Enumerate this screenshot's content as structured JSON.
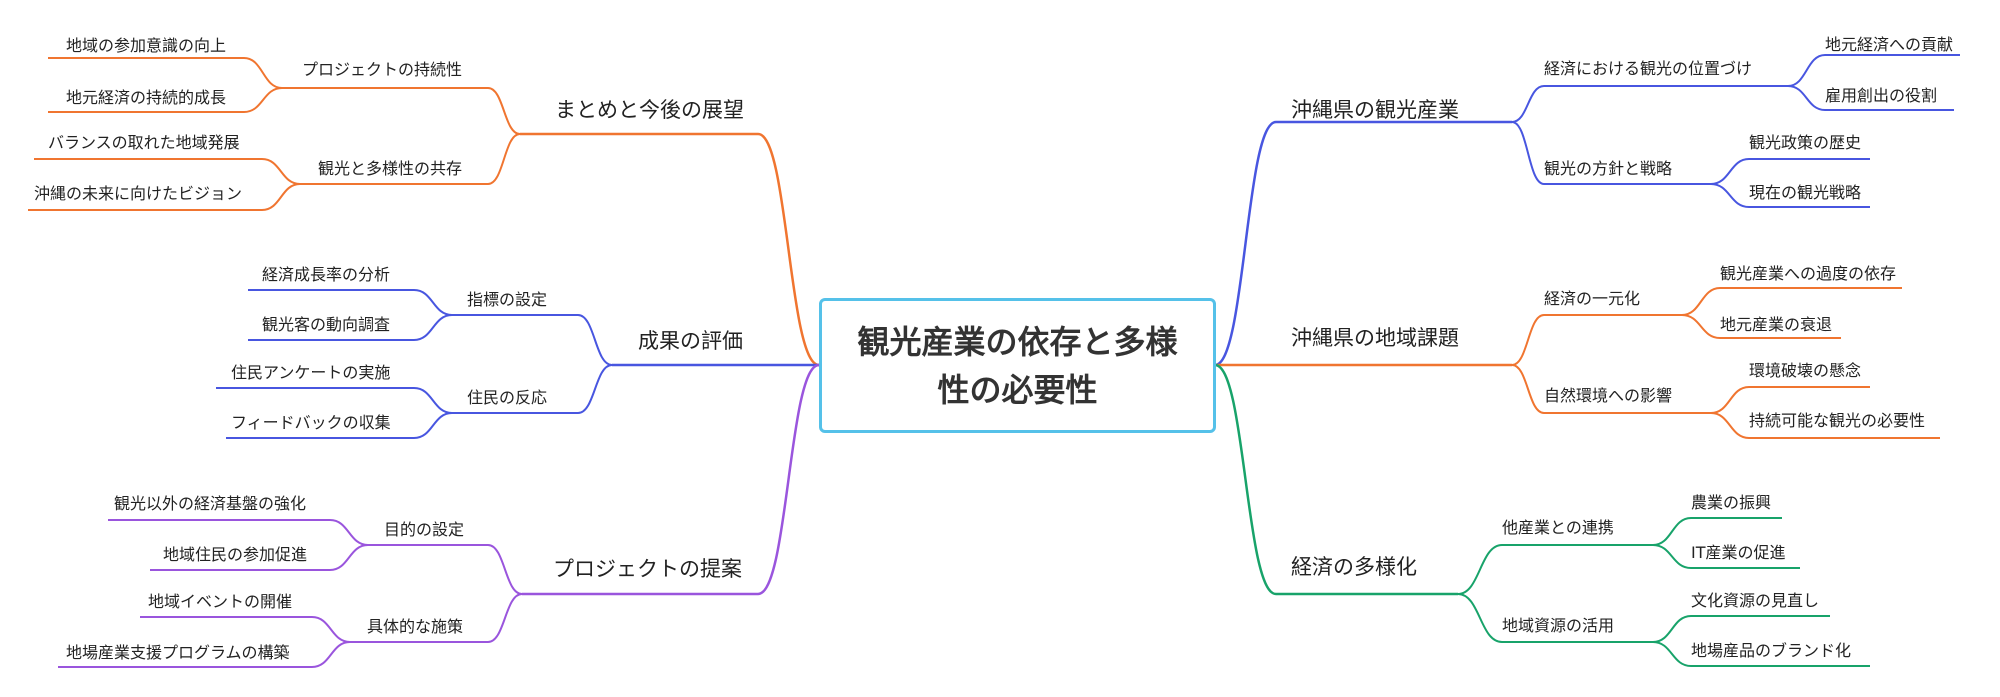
{
  "central": "観光産業の依存と多様性の必要性",
  "branches": {
    "okinawa_tourism": {
      "label": "沖縄県の観光産業",
      "color": "#4856e0",
      "children": [
        {
          "label": "経済における観光の位置づけ",
          "children": [
            "地元経済への貢献",
            "雇用創出の役割"
          ]
        },
        {
          "label": "観光の方針と戦略",
          "children": [
            "観光政策の歴史",
            "現在の観光戦略"
          ]
        }
      ]
    },
    "regional_issues": {
      "label": "沖縄県の地域課題",
      "color": "#f07530",
      "children": [
        {
          "label": "経済の一元化",
          "children": [
            "観光産業への過度の依存",
            "地元産業の衰退"
          ]
        },
        {
          "label": "自然環境への影響",
          "children": [
            "環境破壊の懸念",
            "持続可能な観光の必要性"
          ]
        }
      ]
    },
    "diversification": {
      "label": "経済の多様化",
      "color": "#18a36a",
      "children": [
        {
          "label": "他産業との連携",
          "children": [
            "農業の振興",
            "IT産業の促進"
          ]
        },
        {
          "label": "地域資源の活用",
          "children": [
            "文化資源の見直し",
            "地場産品のブランド化"
          ]
        }
      ]
    },
    "summary": {
      "label": "まとめと今後の展望",
      "color": "#f07530",
      "children": [
        {
          "label": "プロジェクトの持続性",
          "children": [
            "地域の参加意識の向上",
            "地元経済の持続的成長"
          ]
        },
        {
          "label": "観光と多様性の共存",
          "children": [
            "バランスの取れた地域発展",
            "沖縄の未来に向けたビジョン"
          ]
        }
      ]
    },
    "evaluation": {
      "label": "成果の評価",
      "color": "#4856e0",
      "children": [
        {
          "label": "指標の設定",
          "children": [
            "経済成長率の分析",
            "観光客の動向調査"
          ]
        },
        {
          "label": "住民の反応",
          "children": [
            "住民アンケートの実施",
            "フィードバックの収集"
          ]
        }
      ]
    },
    "proposal": {
      "label": "プロジェクトの提案",
      "color": "#9a55dd",
      "children": [
        {
          "label": "目的の設定",
          "children": [
            "観光以外の経済基盤の強化",
            "地域住民の参加促進"
          ]
        },
        {
          "label": "具体的な施策",
          "children": [
            "地域イベントの開催",
            "地場産業支援プログラムの構築"
          ]
        }
      ]
    }
  }
}
